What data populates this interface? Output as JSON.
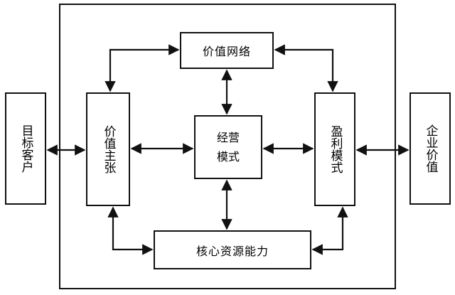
{
  "diagram": {
    "outside_left": "目标客户",
    "outside_right": "企业价值",
    "top_center": "价值网络",
    "left_inner": "价值主张",
    "center": {
      "line1": "经营",
      "line2": "模式"
    },
    "right_inner": "盈利模式",
    "bottom_center": "核心资源能力"
  }
}
